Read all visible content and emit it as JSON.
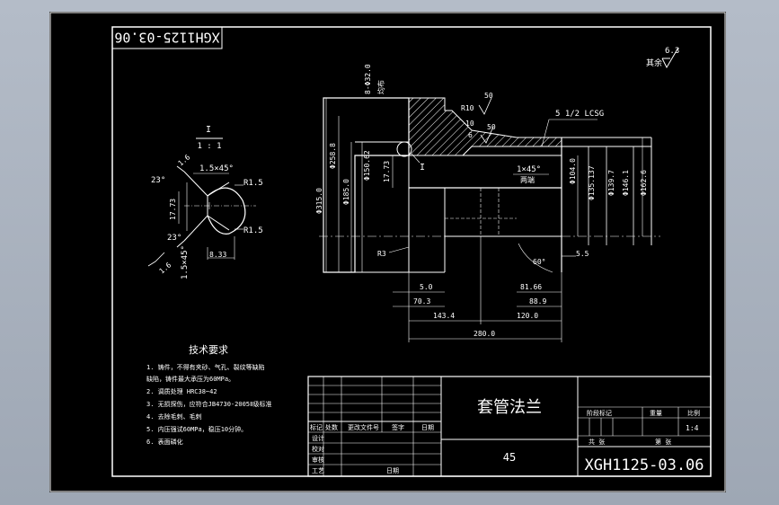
{
  "drawing_number": "XGH1125-03.06",
  "drawing_number_rotated": "XGH1125-03.06",
  "part_name": "套管法兰",
  "material": "45",
  "scale": "1:4",
  "roughness": {
    "other": "其余",
    "value": "6.3"
  },
  "title_block": {
    "stage_mark": "阶段标记",
    "weight": "重量",
    "scale_label": "比例",
    "sheets_total": "共 张",
    "sheet_no": "第 张",
    "rev_headers": [
      "标记",
      "处数",
      "更改文件号",
      "签字",
      "日期"
    ],
    "roles": [
      "设计",
      "校对",
      "审核",
      "工艺"
    ],
    "date_label": "日期"
  },
  "detail": {
    "title": "I",
    "scale": "1 : 1",
    "labels": {
      "chamfer_top": "1.5×45°",
      "chamfer_bottom": "1.5×45°",
      "roughness_top": "1.6",
      "roughness_bottom": "1.6",
      "angle_top": "23°",
      "angle_bottom": "23°",
      "radius_top": "R1.5",
      "radius_bottom": "R1.5",
      "height": "17.73",
      "depth": "8.33"
    }
  },
  "tech_requirements": {
    "title": "技术要求",
    "items": [
      "1. 铸件，不得有夹砂、气孔、裂纹等缺陷",
      "   缺陷，铸件最大承压为60MPa。",
      "2. 调质处理 HRC38~42",
      "3. 无损探伤，应符合JB4730-2005Ⅱ级标准",
      "4. 去除毛刺、毛刺",
      "5. 内压强试60MPa，稳压10分钟。",
      "6. 表面磷化"
    ]
  },
  "main_view": {
    "labels": {
      "thread": "5 1/2 LCSG",
      "angle_50_top": "50",
      "angle_50_mid": "50",
      "r10": "R10",
      "val_6": "6",
      "val_10": "10",
      "keyway": "8-Φ32.0",
      "keyway_note": "均布",
      "detail_ref": "I",
      "chamfer": "1×45°",
      "chamfer_note": "两端",
      "d315": "Φ315.0",
      "d258": "Φ258.8",
      "d185": "Φ185.0",
      "d150": "Φ150.62",
      "h1773": "17.73",
      "d104": "Φ104.0",
      "d135": "Φ135.137",
      "d139": "Φ139.7",
      "d146": "Φ146.1",
      "d162": "Φ162.6",
      "r3": "R3",
      "angle60": "60°",
      "val55": "5.5",
      "dim50": "5.0",
      "dim703": "70.3",
      "dim1434": "143.4",
      "dim8166": "81.66",
      "dim889": "88.9",
      "dim1200": "120.0",
      "dim2800": "280.0"
    }
  }
}
